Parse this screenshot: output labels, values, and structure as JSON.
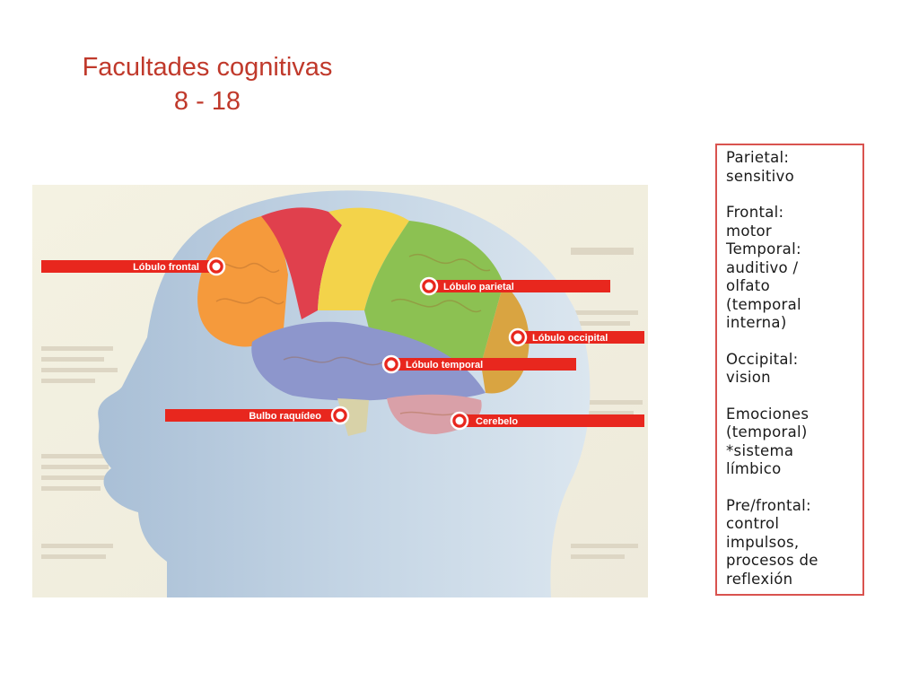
{
  "title": {
    "line1": "Facultades cognitivas",
    "line2": "8 - 18"
  },
  "figure": {
    "labels": {
      "frontal": "Lóbulo frontal",
      "parietal": "Lóbulo parietal",
      "occipital": "Lóbulo occipital",
      "temporal": "Lóbulo temporal",
      "bulbo": "Bulbo raquídeo",
      "cerebelo": "Cerebelo"
    },
    "colors": {
      "frontal": "#f59a3c",
      "motor": "#e0404d",
      "sensory": "#f3d34a",
      "parietal": "#8cc152",
      "occipital": "#d9a441",
      "temporal": "#8d96cc",
      "cerebelo": "#d9a0a8",
      "label_bar": "#e8271e",
      "head": "#b9cde0"
    }
  },
  "notes": {
    "blocks": [
      {
        "lines": [
          "Parietal:",
          "sensitivo"
        ]
      },
      {
        "lines": [
          "Frontal:",
          "motor"
        ]
      },
      {
        "lines": [
          "Temporal:",
          "auditivo /",
          "olfato",
          "(temporal",
          "interna)"
        ]
      },
      {
        "lines": [
          "Occipital:",
          "vision"
        ]
      },
      {
        "lines": [
          "Emociones",
          "(temporal)",
          "*sistema",
          "límbico"
        ]
      },
      {
        "lines": [
          "Pre/frontal:",
          "control",
          "impulsos,",
          "procesos de",
          "reflexión"
        ]
      }
    ]
  }
}
